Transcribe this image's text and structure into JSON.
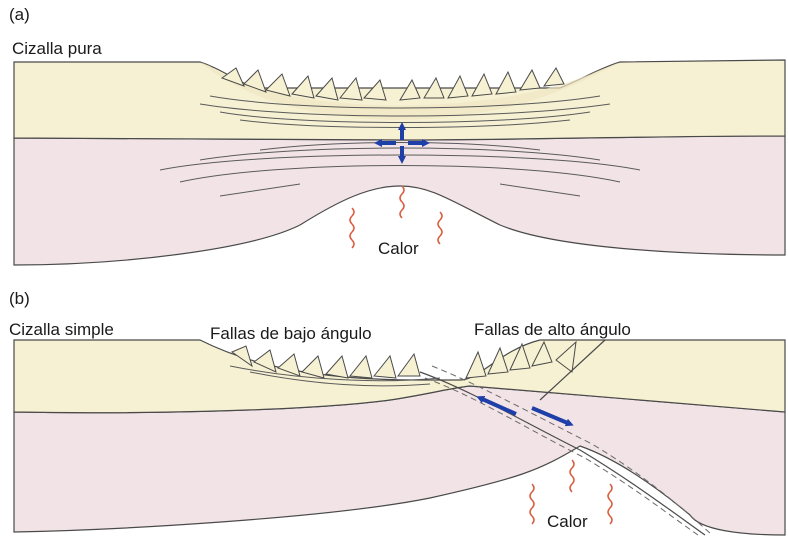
{
  "panel_a": {
    "tag": "(a)",
    "model": "Cizalla pura",
    "heat_label": "Calor"
  },
  "panel_b": {
    "tag": "(b)",
    "model": "Cizalla simple",
    "low_angle_faults": "Fallas de bajo ángulo",
    "high_angle_faults": "Fallas de alto ángulo",
    "heat_label": "Calor"
  },
  "colors": {
    "upper_crust": "#f6f1d3",
    "lower_crust": "#f2e4e6",
    "arrow": "#1f3fa8",
    "heat": "#d9603f",
    "outline": "#4a4a4a"
  }
}
